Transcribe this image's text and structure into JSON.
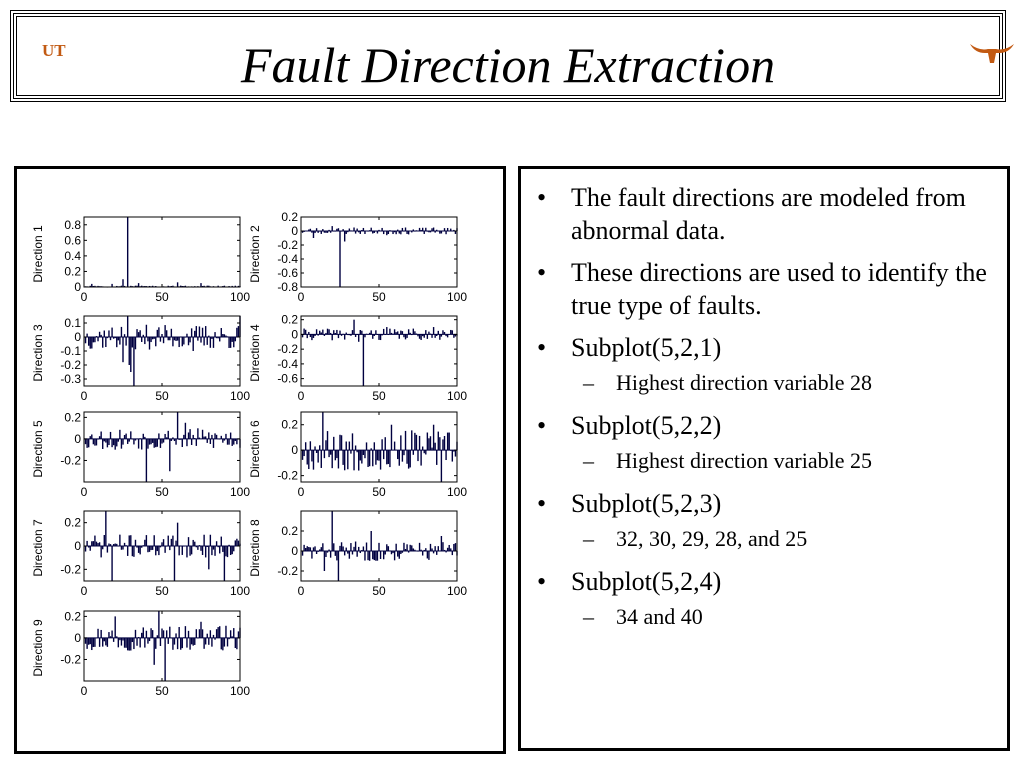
{
  "slide": {
    "title": "Fault Direction Extraction",
    "logo_left": "UT",
    "logo_right": "longhorn-logo"
  },
  "bullets": [
    {
      "text": "The fault directions are modeled from abnormal data.",
      "sub": []
    },
    {
      "text": "These directions are used to identify the true type of faults.",
      "sub": []
    },
    {
      "text": "Subplot(5,2,1)",
      "sub": [
        "Highest direction variable 28"
      ]
    },
    {
      "text": "Subplot(5,2,2)",
      "sub": [
        "Highest direction variable 25"
      ]
    },
    {
      "text": "Subplot(5,2,3)",
      "sub": [
        "32, 30, 29, 28, and 25"
      ]
    },
    {
      "text": "Subplot(5,2,4)",
      "sub": [
        "34 and 40"
      ]
    }
  ],
  "colors": {
    "bar": "#000040",
    "axis": "#000000"
  },
  "chart_data": [
    {
      "type": "bar",
      "ylabel": "Direction 1",
      "xlim": [
        0,
        100
      ],
      "ylim": [
        0,
        0.9
      ],
      "xticks": [
        "0",
        "50",
        "100"
      ],
      "yticks": [
        0,
        0.2,
        0.4,
        0.6,
        0.8
      ],
      "ytick_labels": [
        "0",
        "0.2",
        "0.4",
        "0.6",
        "0.8"
      ],
      "spikes": [
        {
          "x": 28,
          "y": 0.9
        },
        {
          "x": 25,
          "y": 0.1
        },
        {
          "x": 60,
          "y": 0.06
        },
        {
          "x": 35,
          "y": 0.05
        },
        {
          "x": 75,
          "y": 0.05
        },
        {
          "x": 18,
          "y": 0.04
        },
        {
          "x": 5,
          "y": 0.04
        }
      ],
      "noise_amp": 0.03,
      "noise_bias": 0.6,
      "seed": 11
    },
    {
      "type": "bar",
      "ylabel": "Direction 2",
      "xlim": [
        0,
        100
      ],
      "ylim": [
        -0.8,
        0.2
      ],
      "xticks": [
        "0",
        "50",
        "100"
      ],
      "yticks": [
        0.2,
        0,
        -0.2,
        -0.4,
        -0.6,
        -0.8
      ],
      "ytick_labels": [
        "0.2",
        "0",
        "-0.2",
        "-0.4",
        "-0.6",
        "-0.8"
      ],
      "spikes": [
        {
          "x": 25,
          "y": -0.8
        },
        {
          "x": 28,
          "y": -0.15
        },
        {
          "x": 8,
          "y": -0.1
        },
        {
          "x": 20,
          "y": 0.07
        },
        {
          "x": 34,
          "y": 0.05
        },
        {
          "x": 55,
          "y": -0.06
        }
      ],
      "noise_amp": 0.05,
      "noise_bias": 0,
      "seed": 23
    },
    {
      "type": "bar",
      "ylabel": "Direction 3",
      "xlim": [
        0,
        100
      ],
      "ylim": [
        -0.35,
        0.15
      ],
      "xticks": [
        "0",
        "50",
        "100"
      ],
      "yticks": [
        0.1,
        0,
        -0.1,
        -0.2,
        -0.3
      ],
      "ytick_labels": [
        "0.1",
        "0",
        "-0.1",
        "-0.2",
        "-0.3"
      ],
      "spikes": [
        {
          "x": 32,
          "y": -0.35
        },
        {
          "x": 30,
          "y": -0.25
        },
        {
          "x": 29,
          "y": -0.2
        },
        {
          "x": 28,
          "y": 0.15
        },
        {
          "x": 25,
          "y": -0.18
        },
        {
          "x": 100,
          "y": 0.15
        },
        {
          "x": 70,
          "y": -0.1
        }
      ],
      "noise_amp": 0.09,
      "noise_bias": 0,
      "seed": 37
    },
    {
      "type": "bar",
      "ylabel": "Direction 4",
      "xlim": [
        0,
        100
      ],
      "ylim": [
        -0.7,
        0.25
      ],
      "xticks": [
        "0",
        "50",
        "100"
      ],
      "yticks": [
        0.2,
        0,
        -0.2,
        -0.4,
        -0.6
      ],
      "ytick_labels": [
        "0.2",
        "0",
        "-0.2",
        "-0.4",
        "-0.6"
      ],
      "spikes": [
        {
          "x": 40,
          "y": -0.7
        },
        {
          "x": 34,
          "y": 0.2
        },
        {
          "x": 37,
          "y": -0.1
        },
        {
          "x": 55,
          "y": 0.1
        },
        {
          "x": 85,
          "y": 0.1
        }
      ],
      "noise_amp": 0.08,
      "noise_bias": 0,
      "seed": 41
    },
    {
      "type": "bar",
      "ylabel": "Direction 5",
      "xlim": [
        0,
        100
      ],
      "ylim": [
        -0.4,
        0.25
      ],
      "xticks": [
        "0",
        "50",
        "100"
      ],
      "yticks": [
        0.2,
        0,
        -0.2
      ],
      "ytick_labels": [
        "0.2",
        "0",
        "-0.2"
      ],
      "spikes": [
        {
          "x": 40,
          "y": -0.4
        },
        {
          "x": 60,
          "y": 0.25
        },
        {
          "x": 55,
          "y": -0.3
        },
        {
          "x": 65,
          "y": 0.15
        },
        {
          "x": 20,
          "y": -0.1
        }
      ],
      "noise_amp": 0.1,
      "noise_bias": 0,
      "seed": 53
    },
    {
      "type": "bar",
      "ylabel": "Direction 6",
      "xlim": [
        0,
        100
      ],
      "ylim": [
        -0.25,
        0.3
      ],
      "xticks": [
        "0",
        "50",
        "100"
      ],
      "yticks": [
        0.2,
        0,
        -0.2
      ],
      "ytick_labels": [
        "0.2",
        "0",
        "-0.2"
      ],
      "spikes": [
        {
          "x": 14,
          "y": 0.3
        },
        {
          "x": 90,
          "y": -0.25
        },
        {
          "x": 85,
          "y": 0.2
        },
        {
          "x": 30,
          "y": -0.15
        },
        {
          "x": 58,
          "y": 0.2
        }
      ],
      "noise_amp": 0.16,
      "noise_bias": 0,
      "seed": 67
    },
    {
      "type": "bar",
      "ylabel": "Direction 7",
      "xlim": [
        0,
        100
      ],
      "ylim": [
        -0.3,
        0.3
      ],
      "xticks": [
        "0",
        "50",
        "100"
      ],
      "yticks": [
        0.2,
        0,
        -0.2
      ],
      "ytick_labels": [
        "0.2",
        "0",
        "-0.2"
      ],
      "spikes": [
        {
          "x": 18,
          "y": -0.3
        },
        {
          "x": 14,
          "y": 0.3
        },
        {
          "x": 58,
          "y": -0.3
        },
        {
          "x": 90,
          "y": -0.3
        },
        {
          "x": 60,
          "y": 0.2
        },
        {
          "x": 80,
          "y": -0.2
        }
      ],
      "noise_amp": 0.1,
      "noise_bias": 0,
      "seed": 71
    },
    {
      "type": "bar",
      "ylabel": "Direction 8",
      "xlim": [
        0,
        100
      ],
      "ylim": [
        -0.3,
        0.4
      ],
      "xticks": [
        "0",
        "50",
        "100"
      ],
      "yticks": [
        0.2,
        0,
        -0.2
      ],
      "ytick_labels": [
        "0.2",
        "0",
        "-0.2"
      ],
      "spikes": [
        {
          "x": 20,
          "y": 0.4
        },
        {
          "x": 24,
          "y": -0.3
        },
        {
          "x": 15,
          "y": -0.2
        },
        {
          "x": 45,
          "y": 0.2
        },
        {
          "x": 90,
          "y": 0.15
        }
      ],
      "noise_amp": 0.1,
      "noise_bias": 0,
      "seed": 83
    },
    {
      "type": "bar",
      "ylabel": "Direction 9",
      "xlim": [
        0,
        100
      ],
      "ylim": [
        -0.4,
        0.25
      ],
      "xticks": [
        "0",
        "50",
        "100"
      ],
      "yticks": [
        0.2,
        0,
        -0.2
      ],
      "ytick_labels": [
        "0.2",
        "0",
        "-0.2"
      ],
      "spikes": [
        {
          "x": 52,
          "y": -0.4
        },
        {
          "x": 48,
          "y": 0.25
        },
        {
          "x": 45,
          "y": -0.25
        },
        {
          "x": 20,
          "y": 0.2
        },
        {
          "x": 75,
          "y": 0.15
        }
      ],
      "noise_amp": 0.12,
      "noise_bias": 0,
      "seed": 97
    }
  ]
}
